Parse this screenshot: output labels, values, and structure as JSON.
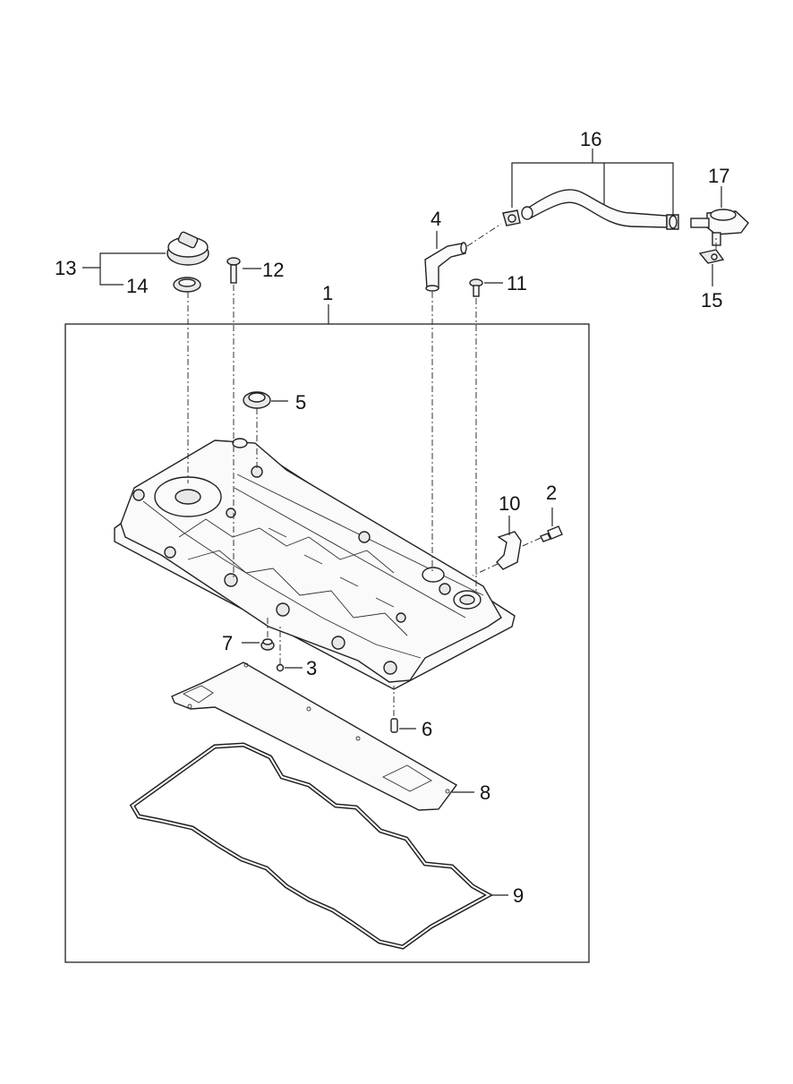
{
  "diagram": {
    "frame_label": "1",
    "callouts": {
      "c1": "1",
      "c2": "2",
      "c3": "3",
      "c4": "4",
      "c5": "5",
      "c6": "6",
      "c7": "7",
      "c8": "8",
      "c9": "9",
      "c10": "10",
      "c11": "11",
      "c12": "12",
      "c13": "13",
      "c14": "14",
      "c15": "15",
      "c16": "16",
      "c17": "17"
    }
  }
}
